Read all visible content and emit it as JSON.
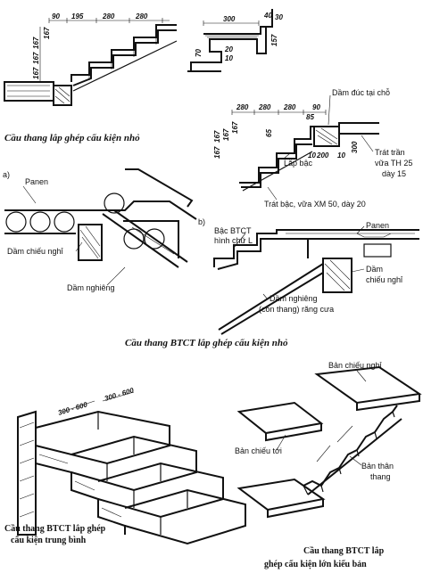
{
  "top_left": {
    "dims_top": [
      "90",
      "195",
      "280",
      "280"
    ],
    "dims_side": [
      "167",
      "167",
      "167",
      "167"
    ],
    "caption": "Cầu thang lắp ghép cấu kiện nhỏ"
  },
  "top_right": {
    "dims_top": [
      "300",
      "40"
    ],
    "dims_side": [
      "30",
      "157",
      "70"
    ],
    "dims_inner": [
      "20",
      "10"
    ]
  },
  "mid_right": {
    "dims_top": [
      "280",
      "280",
      "280",
      "90"
    ],
    "dims_side": [
      "167",
      "167",
      "167",
      "167"
    ],
    "dims_misc": [
      "85",
      "65",
      "10",
      "200",
      "10",
      "300"
    ],
    "label_dam_duc": "Dầm đúc tại chỗ",
    "label_lap_bac": "Lắp bậc",
    "label_trat_tran": "Trát trần",
    "label_vua": "vữa TH 25",
    "label_day15": "dày 15",
    "label_trat_bac": "Trát bậc, vữa XM 50, dày 20",
    "sub_a": "a)"
  },
  "middle_left": {
    "label_panen": "Panen",
    "label_dam_chieu_nghi": "Dầm chiếu nghỉ",
    "label_dam_nghieng": "Dầm nghiêng"
  },
  "middle_right": {
    "sub_b": "b)",
    "label_bac": "Bậc BTCT",
    "label_hinh": "hình chữ L",
    "label_panen": "Panen",
    "label_dam": "Dầm",
    "label_chieu_nghi": "chiếu nghỉ",
    "label_dam_nghieng": "Dầm nghiêng",
    "label_con_trang": "(cốn thang) răng cưa"
  },
  "middle_caption": "Cầu thang BTCT lắp ghép cấu kiện nhỏ",
  "bottom_left": {
    "dims": [
      "300 - 600",
      "300 - 600"
    ],
    "caption_line1": "Cầu thang BTCT lắp ghép",
    "caption_line2": "cấu kiện trung bình"
  },
  "bottom_right": {
    "label_ban_chieu_nghi": "Bản chiếu nghỉ",
    "label_ban_chieu_toi": "Bản chiếu tới",
    "label_ban_than": "Bản thân",
    "label_thang": "thang",
    "caption_line1": "Cầu thang BTCT lắp",
    "caption_line2": "ghép cấu kiện lớn kiểu bản"
  }
}
